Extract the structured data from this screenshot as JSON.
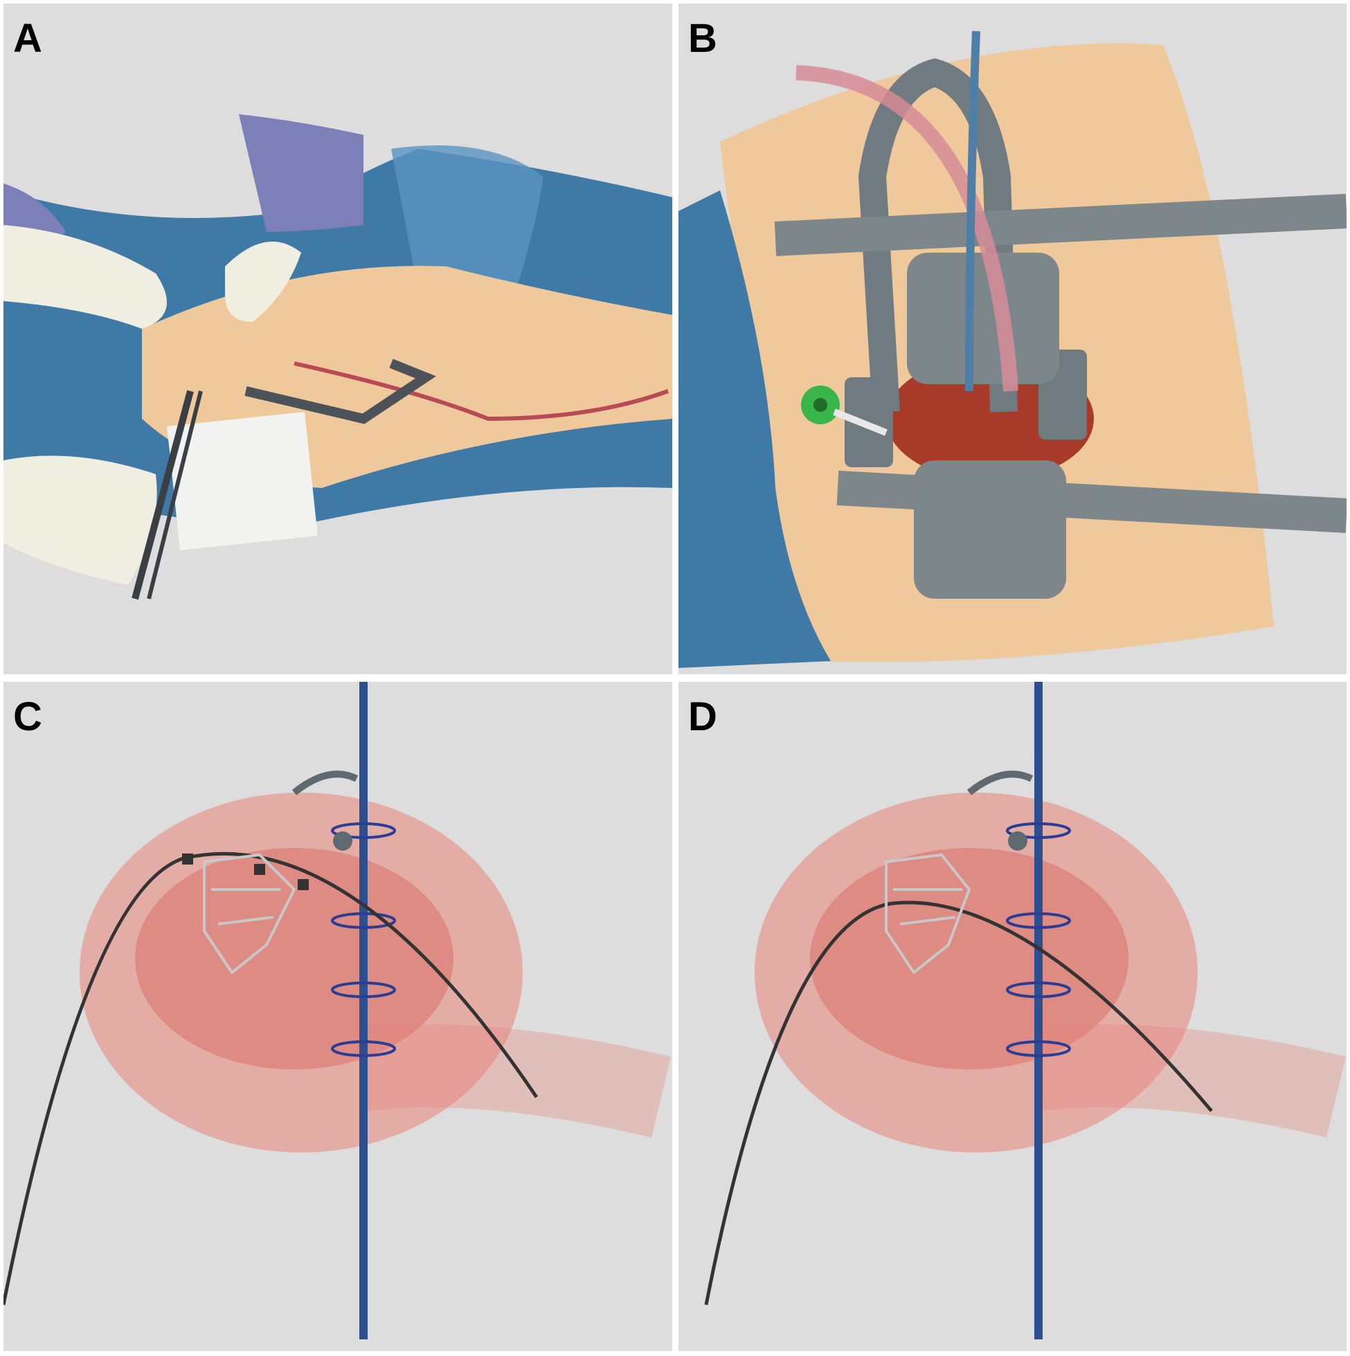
{
  "figure": {
    "panels": [
      {
        "id": "A",
        "label": "A",
        "content": "surgical-field-overview",
        "description": "Gloved hands with forceps and instruments over draped patient; retractor and catheter tubing in chest incision"
      },
      {
        "id": "B",
        "label": "B",
        "content": "retractor-access-closeup",
        "description": "Close-up of chest incision held by metal retractors, green port device with sheath into heart, blue and red tubing"
      },
      {
        "id": "C",
        "label": "C",
        "content": "valve-delivery-on-wire",
        "description": "Heart with guidewire and delivery catheter carrying stent valve with radiopaque markers, purse-string sutures on blue snare"
      },
      {
        "id": "D",
        "label": "D",
        "content": "valve-deployed",
        "description": "Stent valve deployed over guidewire within heart, purse-string sutures on blue snare"
      }
    ],
    "colors": {
      "panel_background": "#dcdddc",
      "gutter": "#ffffff",
      "drape_blue": "#3f79a6",
      "skin": "#efc99b",
      "tissue_pink": "#e9857a",
      "instrument_grey": "#6f7b80",
      "port_green": "#3ab54a",
      "suture_blue": "#2b3d93"
    }
  }
}
